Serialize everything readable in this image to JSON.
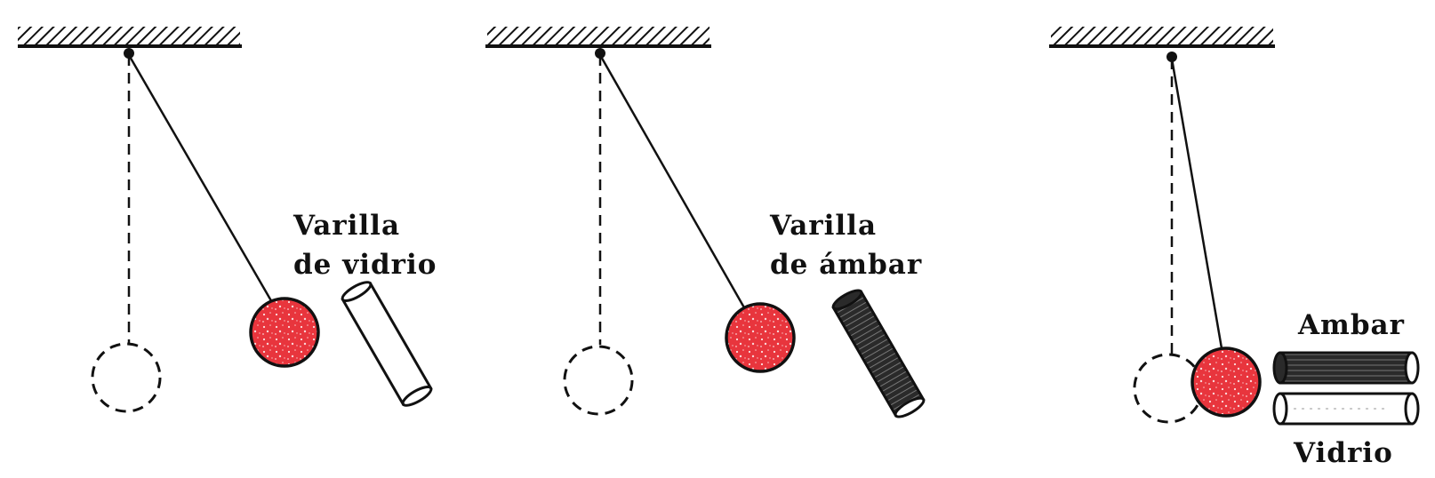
{
  "figure": {
    "panels": [
      {
        "rod_material": "glass",
        "label_line1": "Varilla",
        "label_line2": "de vidrio"
      },
      {
        "rod_material": "amber",
        "label_line1": "Varilla",
        "label_line2": "de ámbar"
      },
      {
        "rod_material": "both",
        "label_top": "Ambar",
        "label_bottom": "Vidrio"
      }
    ]
  },
  "colors": {
    "ink": "#111111",
    "ball_fill": "#e8353d",
    "glass_fill": "#ffffff",
    "amber_fill": "#2a2a2a",
    "background": "#ffffff"
  }
}
